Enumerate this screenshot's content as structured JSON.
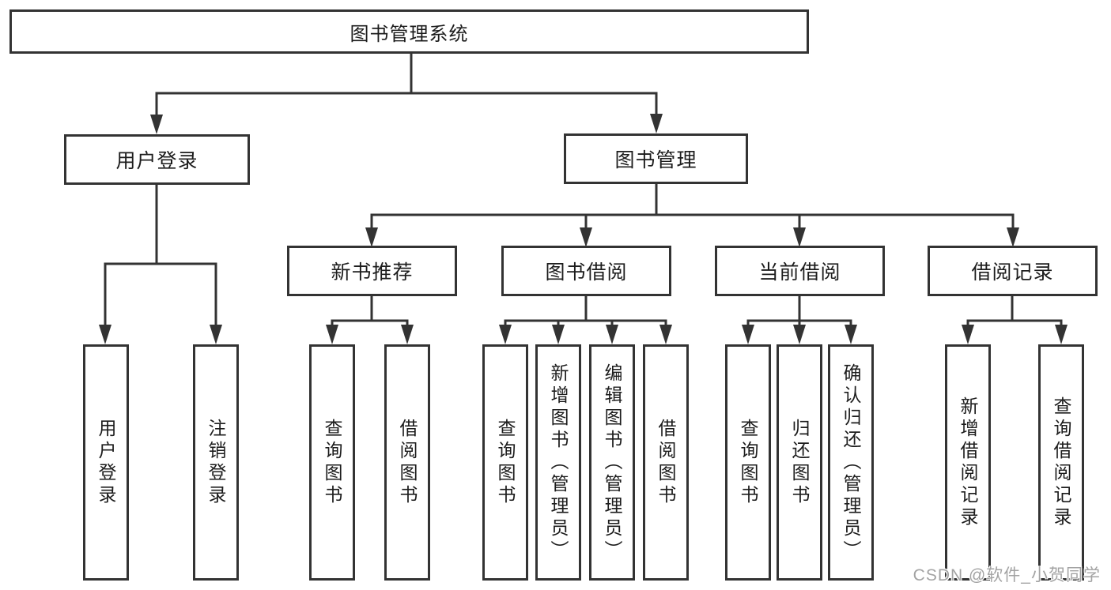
{
  "diagram": {
    "root": "图书管理系统",
    "level2": {
      "login": "用户登录",
      "mgmt": "图书管理"
    },
    "level3": {
      "newbook": "新书推荐",
      "borrow": "图书借阅",
      "current": "当前借阅",
      "records": "借阅记录"
    },
    "leaves": {
      "login": [
        "用户登录",
        "注销登录"
      ],
      "newbook": [
        "查询图书",
        "借阅图书"
      ],
      "borrow": [
        "查询图书",
        "新增图书（管理员）",
        "编辑图书（管理员）",
        "借阅图书"
      ],
      "current": [
        "查询图书",
        "归还图书",
        "确认归还（管理员）"
      ],
      "records": [
        "新增借阅记录",
        "查询借阅记录"
      ]
    }
  },
  "watermark": "CSDN @软件_小贺同学",
  "colors": {
    "line": "#333333",
    "border": "#333333",
    "text": "#1c1c1c",
    "watermark": "#a3a3a3",
    "background": "#ffffff"
  }
}
